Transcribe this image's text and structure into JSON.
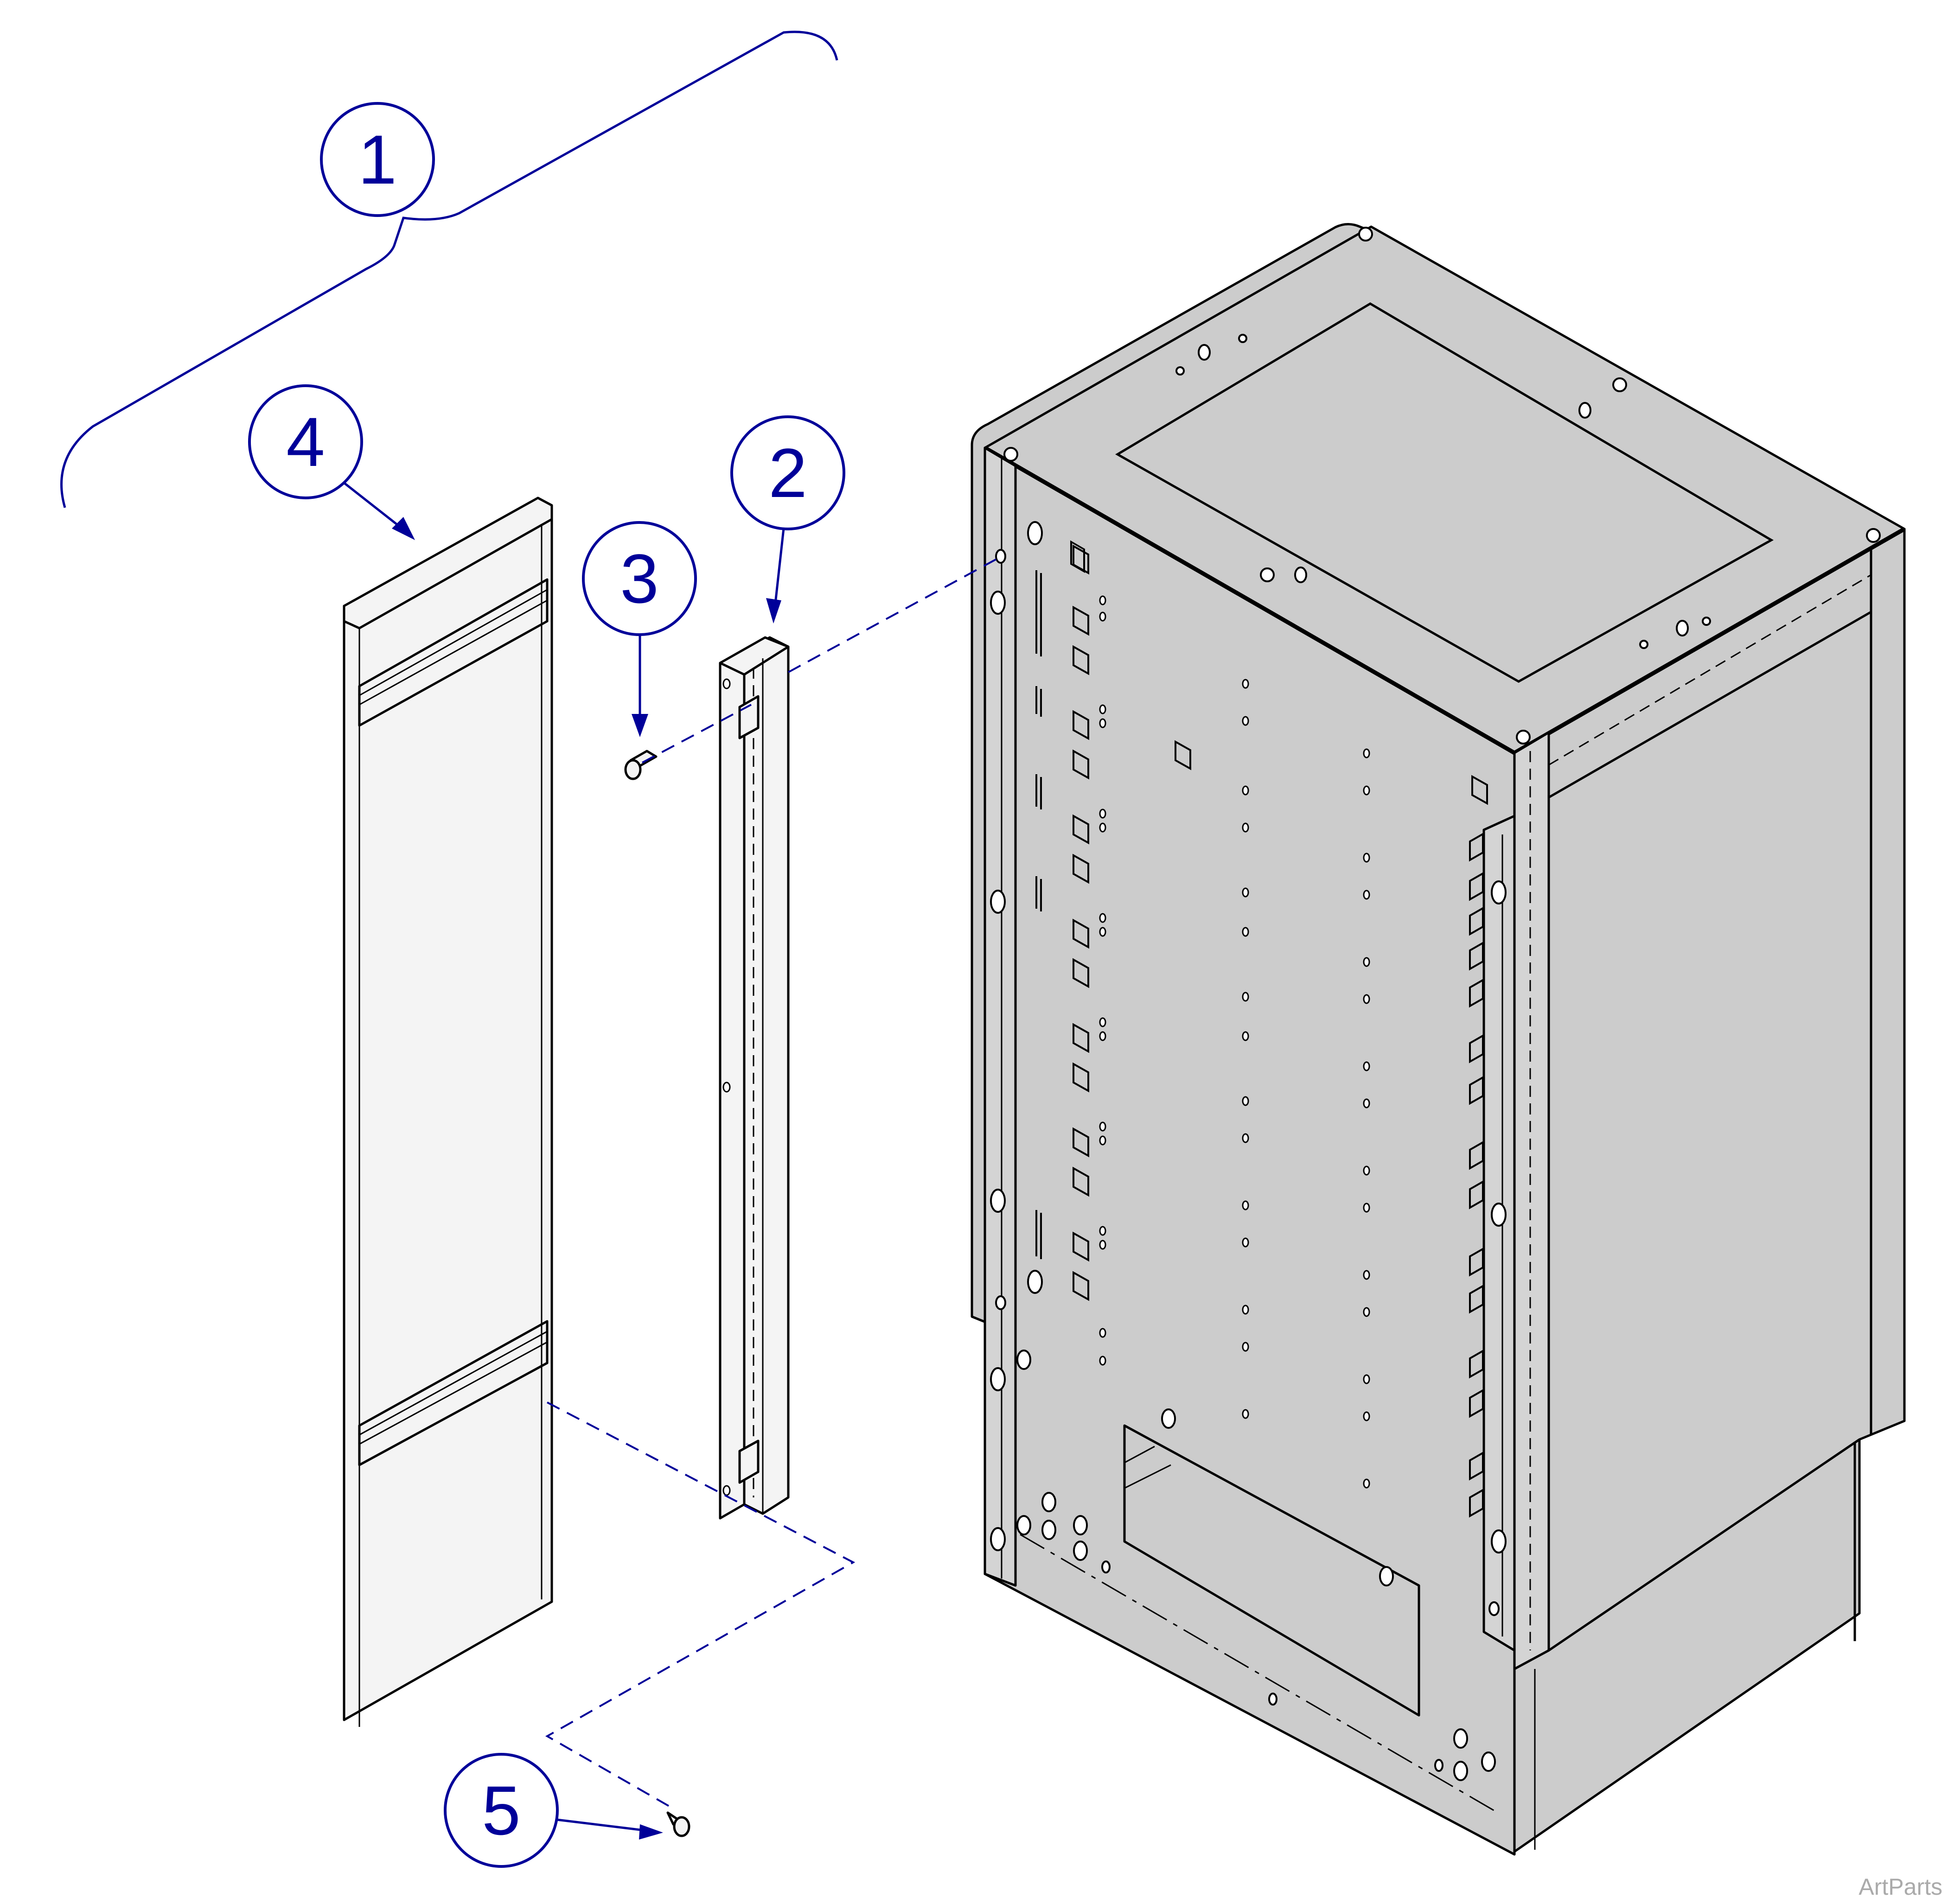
{
  "figure": {
    "type": "exploded parts diagram",
    "callout_color": "#000099",
    "part_fill_color": "#cccccc",
    "watermark": "ArtParts"
  },
  "callouts": [
    {
      "number": "1",
      "label": "1",
      "item": "assembly-bracket-group"
    },
    {
      "number": "2",
      "label": "2",
      "item": "vertical-channel-bracket"
    },
    {
      "number": "3",
      "label": "3",
      "item": "bracket-screw"
    },
    {
      "number": "4",
      "label": "4",
      "item": "side-panel"
    },
    {
      "number": "5",
      "label": "5",
      "item": "panel-screw"
    }
  ],
  "parts": {
    "cabinet": "cabinet-enclosure",
    "panel": "side-panel",
    "bracket": "vertical-channel-bracket",
    "screw_a": "bracket-screw",
    "screw_b": "panel-screw"
  }
}
